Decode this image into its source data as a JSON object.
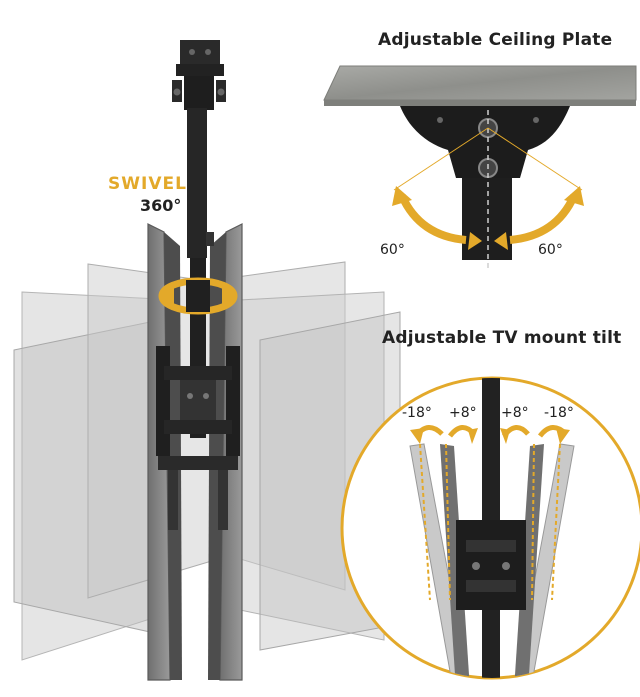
{
  "swivel": {
    "word": "SWIVEL",
    "degrees": "360°"
  },
  "ceiling_plate": {
    "title": "Adjustable Ceiling Plate",
    "left_angle": "60°",
    "right_angle": "60°"
  },
  "tilt": {
    "title": "Adjustable TV mount tilt",
    "angles": [
      "-18°",
      "+8°",
      "+8°",
      "-18°"
    ]
  },
  "colors": {
    "accent": "#e3a92a",
    "metal": "#1e1e1e",
    "screen": "#8a8a8a",
    "concrete": "#9a9b97"
  }
}
